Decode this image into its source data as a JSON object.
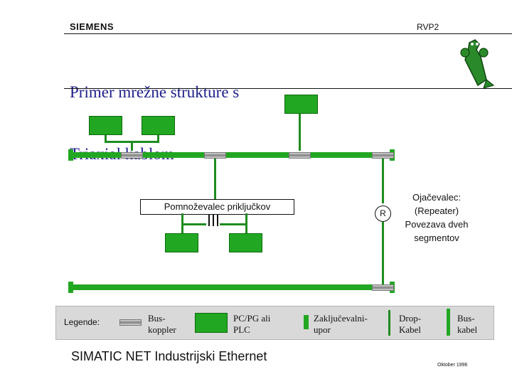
{
  "header": {
    "logo": "SIEMENS",
    "code": "RVP2",
    "title_line1": "Primer mrežne strukture s",
    "title_line2": "Triaxial kablom"
  },
  "diagram": {
    "star_coupler_label": "Pomnoževalec priključkov",
    "repeater_symbol": "R",
    "repeater_text": "Ojačevalec: (Repeater) Povezava dveh segmentov"
  },
  "legend": {
    "label": "Legende:",
    "bus_coupler": "Bus-\nkoppler",
    "pc_plc": "PC/PG ali\nPLC",
    "terminator": "Zaključevalni-\nupor",
    "drop_cable": "Drop-\nKabel",
    "bus_cable": "Bus-\nkabel"
  },
  "footer": {
    "text": "SIMATIC NET Industrijski Ethernet",
    "date": "Oktober 1996"
  },
  "colors": {
    "network_green": "#22a722",
    "title_blue": "#1f1f8a",
    "legend_gray": "#d9d9d9"
  }
}
